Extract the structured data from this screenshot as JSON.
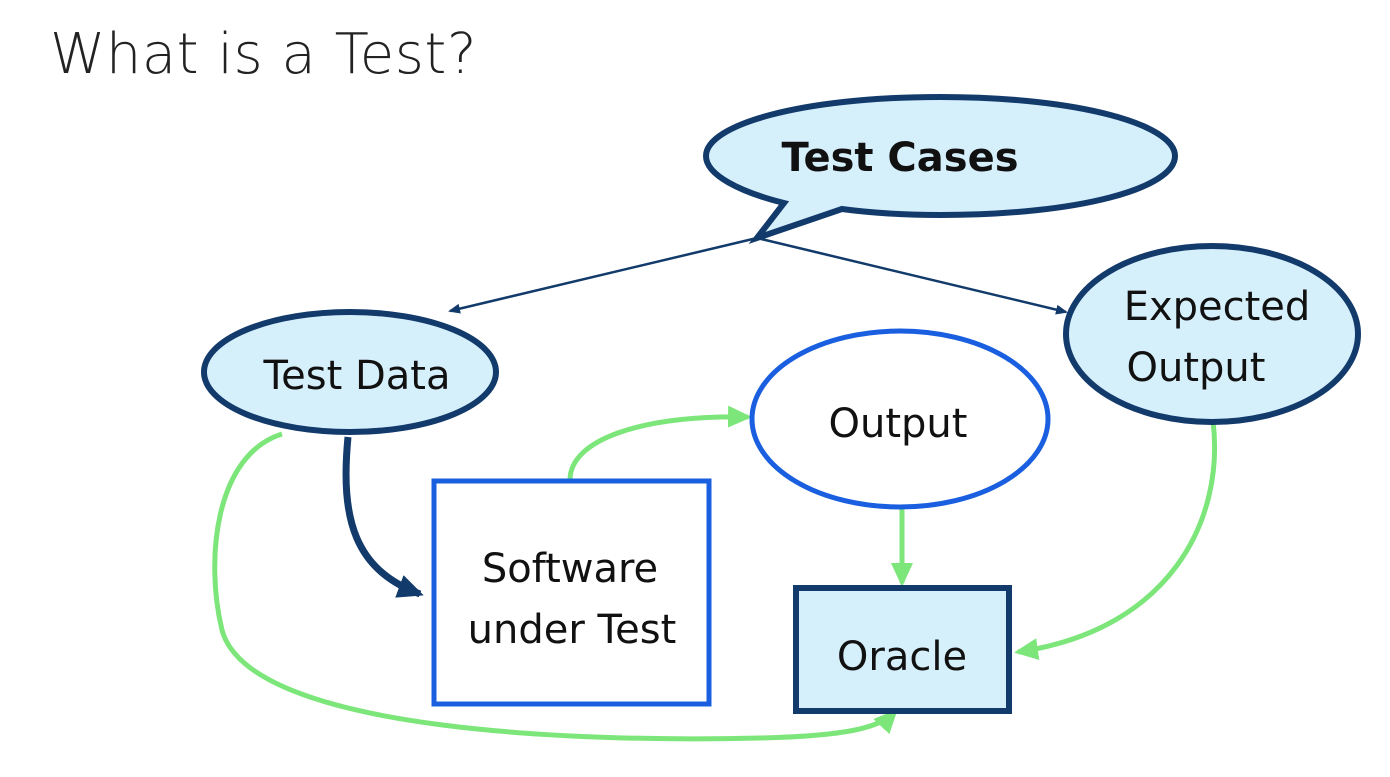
{
  "slide": {
    "title": "What is a Test?"
  },
  "diagram": {
    "nodes": {
      "test_cases": {
        "label": "Test Cases",
        "shape": "speech-bubble"
      },
      "test_data": {
        "label": "Test Data",
        "shape": "ellipse"
      },
      "expected_output": {
        "label_lines": [
          "Expected",
          "Output"
        ],
        "shape": "ellipse"
      },
      "output": {
        "label": "Output",
        "shape": "ellipse"
      },
      "software": {
        "label_lines": [
          "Software",
          "under Test"
        ],
        "shape": "rectangle"
      },
      "oracle": {
        "label": "Oracle",
        "shape": "rectangle"
      }
    },
    "edges": [
      {
        "from": "test_cases",
        "to": "test_data",
        "color": "navy"
      },
      {
        "from": "test_cases",
        "to": "expected_output",
        "color": "navy"
      },
      {
        "from": "test_data",
        "to": "software",
        "color": "dark-blue"
      },
      {
        "from": "test_data",
        "to": "oracle",
        "color": "green"
      },
      {
        "from": "software",
        "to": "output",
        "color": "green"
      },
      {
        "from": "output",
        "to": "oracle",
        "color": "green"
      },
      {
        "from": "expected_output",
        "to": "oracle",
        "color": "green"
      }
    ],
    "colors": {
      "light_fill": "#d6f0fb",
      "dark_outline": "#123a6b",
      "blue_outline": "#1a5fe0",
      "green_arrow": "#7de67a",
      "navy_arrow": "#123a6b"
    }
  }
}
